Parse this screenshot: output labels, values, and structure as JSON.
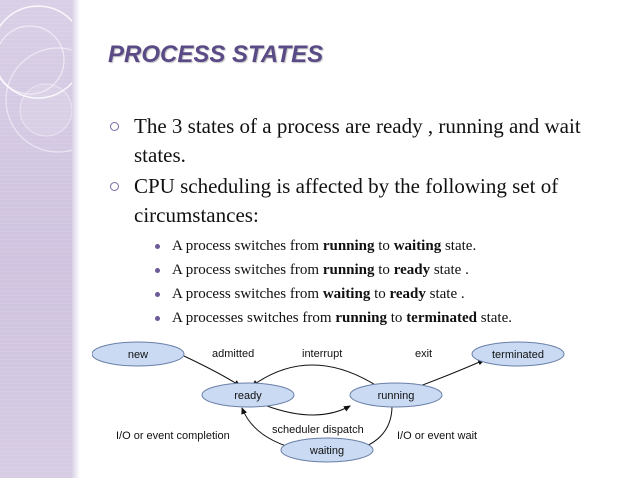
{
  "slide": {
    "title": "PROCESS STATES",
    "bullets": [
      "The 3 states of a process are ready , running and wait states.",
      "CPU scheduling is affected by the following set of circumstances:"
    ],
    "sub_bullets": [
      {
        "before": "A process switches from ",
        "b1": "running",
        "mid": " to ",
        "b2": "waiting",
        "after": " state."
      },
      {
        "before": "A process switches from ",
        "b1": "running",
        "mid": " to ",
        "b2": "ready",
        "after": " state ."
      },
      {
        "before": "A process switches from ",
        "b1": "waiting",
        "mid": " to ",
        "b2": "ready",
        "after": " state ."
      },
      {
        "before": "A processes switches from ",
        "b1": "running",
        "mid": " to ",
        "b2": "terminated",
        "after": " state."
      }
    ]
  },
  "diagram": {
    "states": {
      "new": "new",
      "ready": "ready",
      "running": "running",
      "waiting": "waiting",
      "terminated": "terminated"
    },
    "transitions": {
      "admitted": "admitted",
      "interrupt": "interrupt",
      "exit": "exit",
      "scheduler_dispatch": "scheduler dispatch",
      "io_event_completion": "I/O or event completion",
      "io_event_wait": "I/O or event wait"
    }
  },
  "colors": {
    "title": "#5a4a86",
    "sidebar": "#d3c8e2",
    "state_fill": "#c9daf2",
    "state_stroke": "#6a7fa8"
  }
}
